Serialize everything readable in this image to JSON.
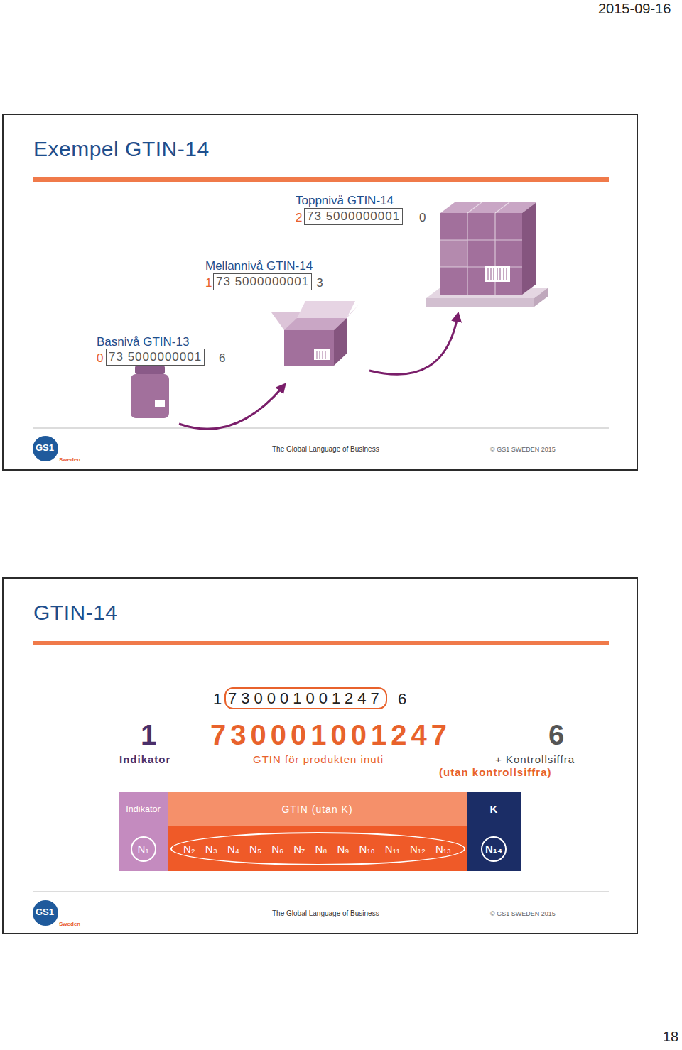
{
  "diagram": {
    "nodes": [
      {
        "text": [
          "Exempel GTIN-14"
        ]
      },
      {
        "text": [
          "GTIN-14"
        ]
      },
      {
        "text": [
          "Indikator"
        ],
        "in": 1
      },
      {
        "text": [
          "GTIN (utan K)"
        ],
        "in": 1
      },
      {
        "text": [
          "K"
        ],
        "in": 1
      },
      {
        "text": [
          "N₁"
        ],
        "in": 1
      },
      {
        "text": [
          "N₂",
          "N₃",
          "N₄",
          "N₅",
          "N₆",
          "N₇",
          "N₈",
          "N₉",
          "N₁₀",
          "N₁₁",
          "N₁₂",
          "N₁₃"
        ],
        "in": 1
      },
      {
        "text": [
          "N₁₄"
        ],
        "in": 1
      }
    ],
    "labels": [
      "2015-09-16",
      "Toppnivå GTIN-14",
      "2",
      "73 5000000001",
      "0",
      "Mellannivå GTIN-14",
      "1",
      "73 5000000001",
      "3",
      "Basnivå GTIN-13",
      "0",
      "73 5000000001",
      "6",
      "GS1",
      "Sweden",
      "The Global Language of Business",
      "© GS1 SWEDEN 2015",
      "1",
      "730001001247",
      "6",
      "1",
      "730001001247",
      "6",
      "Indikator",
      "GTIN för produkten inuti",
      "+ Kontrollsiffra",
      "(utan kontrollsiffra)",
      "GS1",
      "Sweden",
      "The Global Language of Business",
      "© GS1 SWEDEN 2015",
      "18"
    ]
  }
}
